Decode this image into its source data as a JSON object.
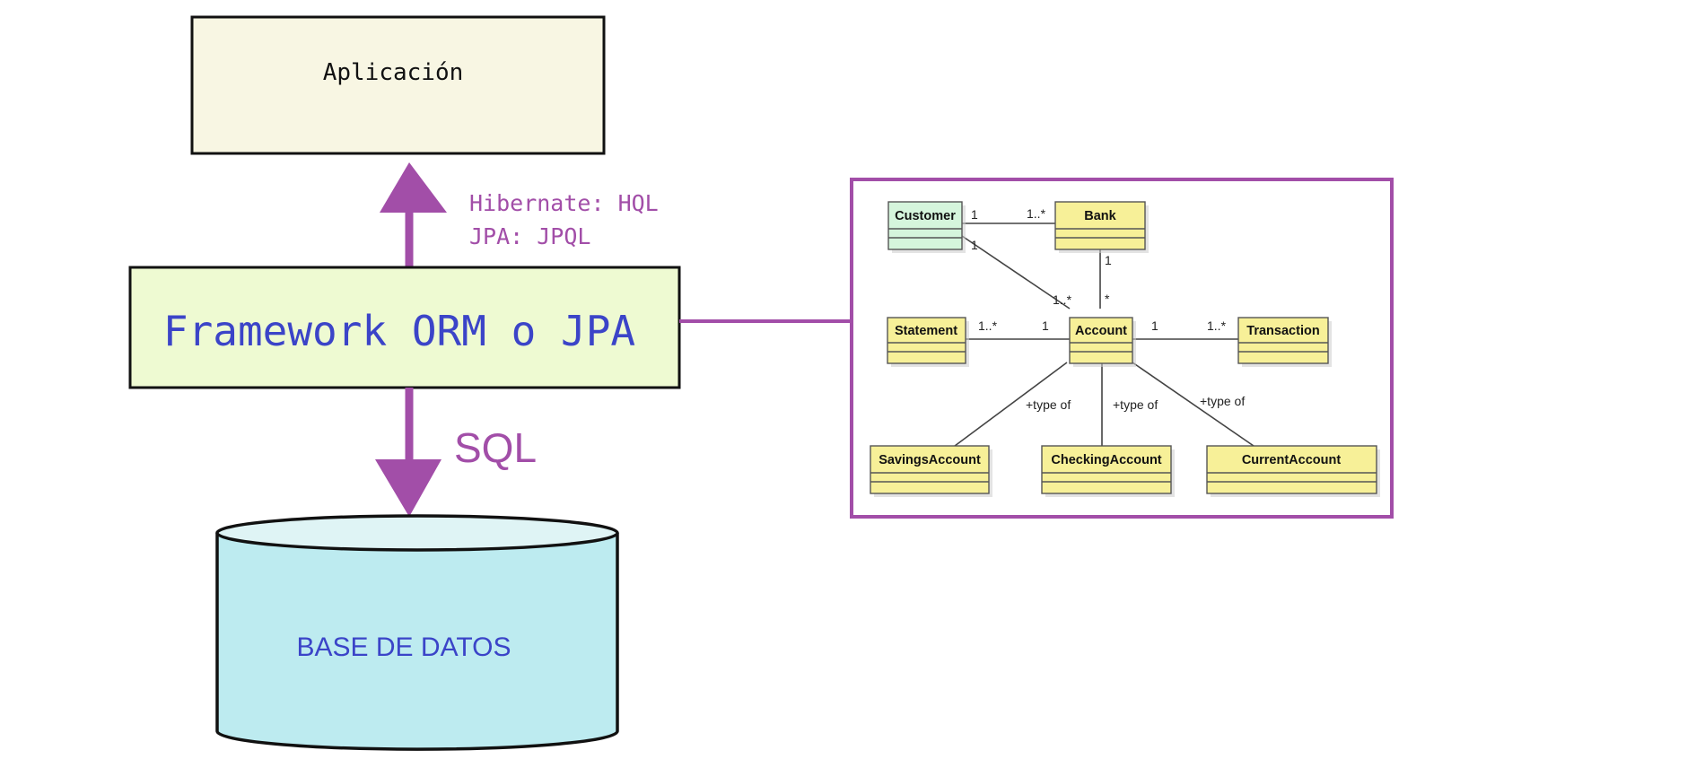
{
  "application_label": "Aplicación",
  "framework_label": "Framework ORM o JPA",
  "query_languages": [
    "Hibernate: HQL",
    "JPA: JPQL"
  ],
  "sql_label": "SQL",
  "database_label": "BASE DE DATOS",
  "colors": {
    "purple": "#a24ea8",
    "title_blue": "#3b44c8",
    "app_fill": "#f8f6e3",
    "framework_fill": "#eefad2",
    "db_fill": "#bdebf0",
    "class_yellow": "#f7f098",
    "class_green": "#d5f5dc"
  },
  "uml": {
    "classes": {
      "customer": "Customer",
      "bank": "Bank",
      "statement": "Statement",
      "account": "Account",
      "transaction": "Transaction",
      "savings": "SavingsAccount",
      "checking": "CheckingAccount",
      "current": "CurrentAccount"
    },
    "multiplicities": {
      "customer_bank_left": "1",
      "customer_bank_right": "1..*",
      "customer_account_left": "1",
      "customer_account_right": "1..*",
      "bank_account_top": "1",
      "bank_account_bottom": "*",
      "statement_account_left": "1..*",
      "statement_account_right": "1",
      "account_transaction_left": "1",
      "account_transaction_right": "1..*"
    },
    "generalization_labels": [
      "+type of",
      "+type of",
      "+type of"
    ]
  }
}
